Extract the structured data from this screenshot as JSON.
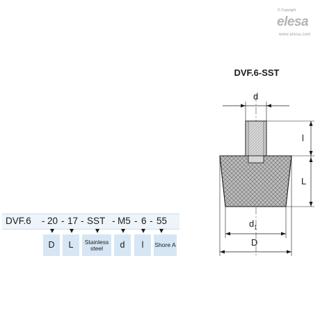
{
  "brand": {
    "copyright": "© Copyright",
    "logo": "elesa",
    "url": "www.elesa.com"
  },
  "drawing": {
    "title": "DVF.6-SST",
    "dims": {
      "d": "d",
      "l": "l",
      "L": "L",
      "d1": "d",
      "d1_sub": "1",
      "D": "D"
    }
  },
  "code": {
    "parts": [
      "DVF.6",
      "-",
      "20",
      "-",
      "17",
      "-",
      "SST",
      "-",
      "M5",
      "-",
      "6",
      "-",
      "55"
    ],
    "descriptions": [
      "D",
      "L",
      "Stainless steel",
      "d",
      "l",
      "Shore A"
    ]
  },
  "colors": {
    "code_bg": "#eef4fa",
    "desc_bg": "#d6e6f4",
    "rubber": "#b8b8b8",
    "stud": "#d3d3d3"
  }
}
